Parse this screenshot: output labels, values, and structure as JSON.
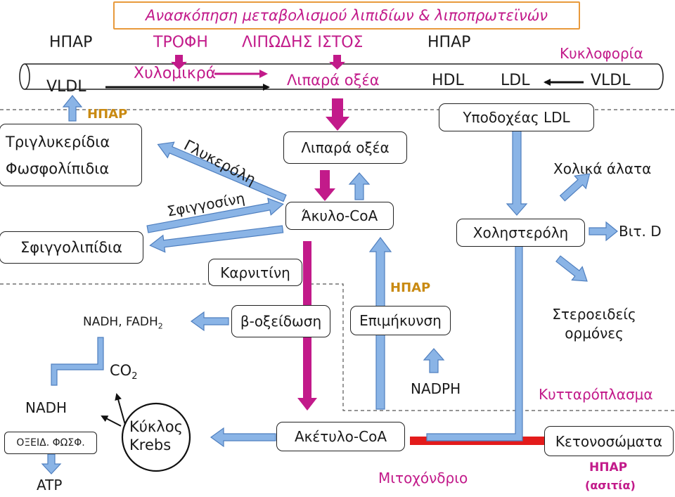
{
  "title": "Ανασκόπηση μεταβολισμού λιπιδίων & λιποπρωτεϊνών",
  "colors": {
    "magenta": "#c21a8a",
    "blue_arrow": "#8ab4e6",
    "blue_arrow_stroke": "#4f7fbf",
    "red": "#e31b1b",
    "gold": "#c98a12",
    "title_frame": "#e89a3c"
  },
  "top_row": {
    "liver_left": "ΗΠΑΡ",
    "food": "ΤΡΟΦΗ",
    "adipose": "ΛΙΠΩΔΗΣ ΙΣΤΟΣ",
    "liver_right": "ΗΠΑΡ",
    "circulation": "Κυκλοφορία"
  },
  "vessel": {
    "vldl_left": "VLDL",
    "chylomicrons": "Χυλομικρά",
    "fatty_acids": "Λιπαρά οξέα",
    "hdl": "HDL",
    "ldl": "LDL",
    "vldl_right": "VLDL"
  },
  "liver_section": {
    "liver_label": "ΗΠΑΡ",
    "triglycerides": "Τριγλυκερίδια",
    "phospholipids": "Φωσφολίπιδια",
    "glycerol": "Γλυκερόλη",
    "sphingosine": "Σφιγγοσίνη",
    "sphingolipids": "Σφιγγολιπίδια",
    "carnitine": "Καρνιτίνη",
    "fatty_acids_box": "Λιπαρά οξέα",
    "acyl_coa": "Άκυλο-CoA"
  },
  "cholesterol_section": {
    "ldl_receptors": "Υποδοχέας LDL",
    "bile_salts": "Χολικά άλατα",
    "cholesterol": "Χοληστερόλη",
    "vit_d": "Βιτ. D",
    "steroids": "Στεροειδείς ορμόνες"
  },
  "mito_section": {
    "liver_label": "ΗΠΑΡ",
    "nadh_fadh2": "NADH, FADH",
    "sub2": "2",
    "beta_oxidation": "β-οξείδωση",
    "elongation": "Επιμήκυνση",
    "co2": "CO",
    "co2_sub": "2",
    "nadph": "NADPH",
    "nadh": "NADH",
    "oxphos": "ΟΞΕΙΔ. ΦΩΣΦ.",
    "atp": "ATP",
    "krebs": "Κύκλος Krebs",
    "acetyl_coa": "Ακέτυλο-CoA",
    "cytoplasm": "Κυτταρόπλασμα",
    "ketone_bodies": "Κετονοσώματα",
    "mitochondrion": "Μιτοχόνδριο",
    "liver_fasting_1": "ΗΠΑΡ",
    "liver_fasting_2": "(ασιτία)"
  }
}
